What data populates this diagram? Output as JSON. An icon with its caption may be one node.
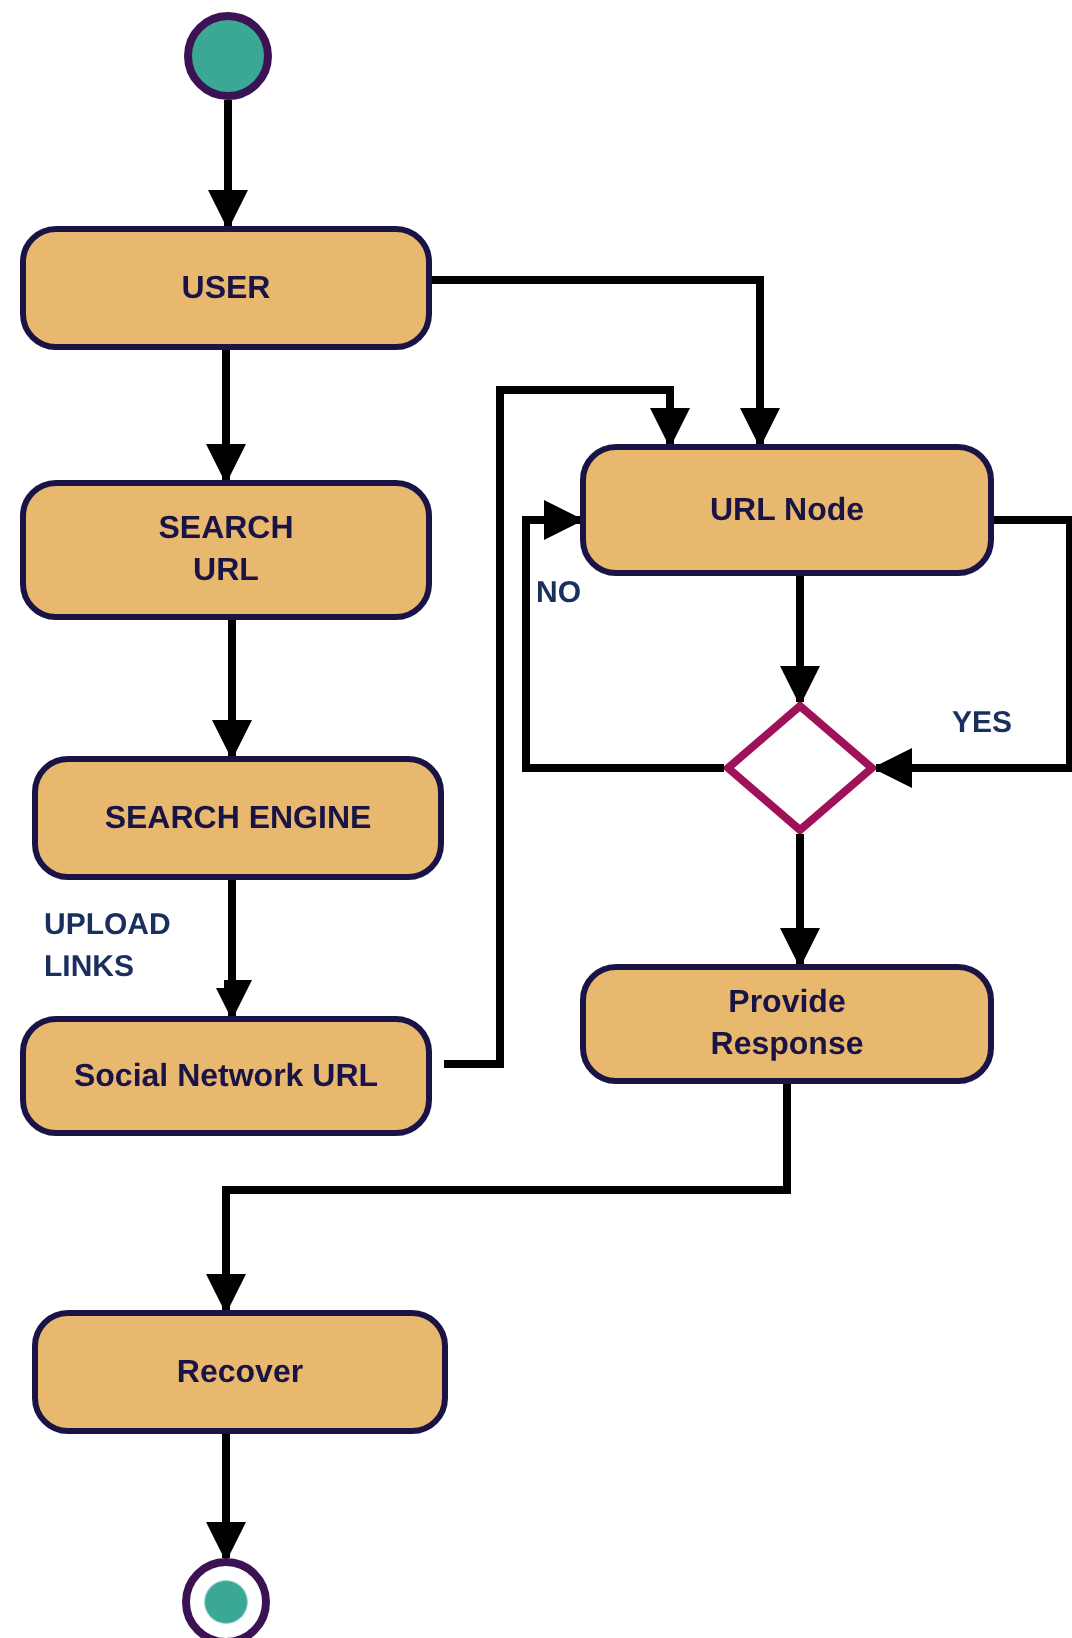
{
  "diagram": {
    "nodes": [
      {
        "text": [],
        "shape": "circle"
      },
      {
        "text": [
          "USER"
        ]
      },
      {
        "text": [
          "SEARCH URL"
        ]
      },
      {
        "text": [
          "SEARCH ENGINE"
        ]
      },
      {
        "text": [
          "Social Network URL"
        ]
      },
      {
        "text": [
          "URL Node"
        ]
      },
      {
        "text": [],
        "shape": "diamond"
      },
      {
        "text": [
          "Provide Response"
        ]
      },
      {
        "text": [
          "Recover"
        ]
      },
      {
        "text": [],
        "shape": "circle"
      }
    ],
    "edges": [
      {
        "from": 0,
        "to": 1,
        "arrow": "to"
      },
      {
        "from": 1,
        "to": 2,
        "arrow": "to"
      },
      {
        "from": 2,
        "to": 3,
        "arrow": "to"
      },
      {
        "from": 3,
        "to": 4,
        "arrow": "to",
        "label": "UPLOAD LINKS"
      },
      {
        "from": 1,
        "to": 5,
        "arrow": "to"
      },
      {
        "from": 4,
        "to": 5,
        "arrow": "to"
      },
      {
        "from": 5,
        "to": 6,
        "arrow": "to"
      },
      {
        "from": 6,
        "to": 5,
        "arrow": "to",
        "label": "NO"
      },
      {
        "from": 5,
        "to": 6,
        "arrow": "to",
        "label": "YES"
      },
      {
        "from": 6,
        "to": 7,
        "arrow": "to"
      },
      {
        "from": 7,
        "to": 8,
        "arrow": "to"
      },
      {
        "from": 8,
        "to": 9,
        "arrow": "to"
      }
    ]
  }
}
